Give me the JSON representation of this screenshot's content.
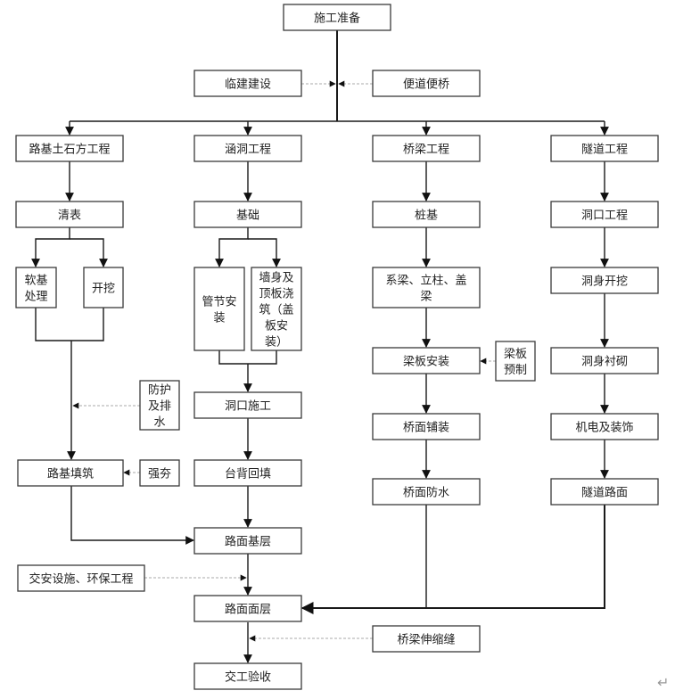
{
  "diagram": {
    "title": "施工流程图",
    "nodes": {
      "prep": "施工准备",
      "temp": "临建建设",
      "access": "便道便桥",
      "roadbed": "路基土石方工程",
      "culvert": "涵洞工程",
      "bridge": "桥梁工程",
      "tunnel": "隧道工程",
      "clear": "清表",
      "soft": [
        "软基",
        "处理"
      ],
      "excav": "开挖",
      "protect": [
        "防护",
        "及排",
        "水"
      ],
      "fill": "路基填筑",
      "compact": "强夯",
      "foundation": "基础",
      "pipe": [
        "管节安",
        "装"
      ],
      "wall": [
        "墙身及",
        "顶板浇",
        "筑（盖",
        "板安",
        "装）"
      ],
      "portal_build": "洞口施工",
      "backfill": "台背回填",
      "pile": "桩基",
      "pier": [
        "系梁、立柱、盖",
        "梁"
      ],
      "beam_install": "梁板安装",
      "beam_prefab": [
        "梁板",
        "预制"
      ],
      "deck_pave": "桥面铺装",
      "deck_water": "桥面防水",
      "tunnel_portal": "洞口工程",
      "tunnel_excav": "洞身开挖",
      "tunnel_lining": "洞身衬砌",
      "mech_elec": "机电及装饰",
      "tunnel_road": "隧道路面",
      "base_course": "路面基层",
      "safety": "交安设施、环保工程",
      "surface": "路面面层",
      "expansion": "桥梁伸缩缝",
      "acceptance": "交工验收"
    }
  },
  "footer": {
    "return_mark": "↵"
  }
}
